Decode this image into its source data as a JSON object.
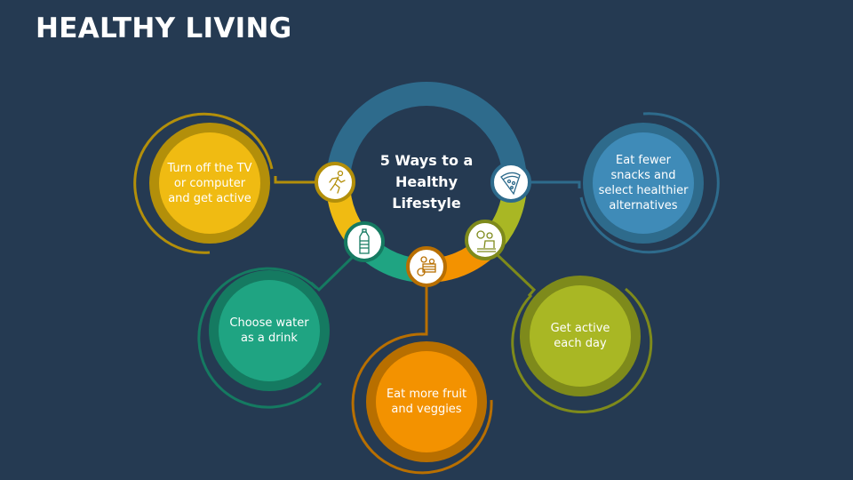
{
  "title": "HEALTHY LIVING",
  "center": {
    "label": "5 Ways to a Healthy Lifestyle"
  },
  "colors": {
    "background": "#253a52",
    "blue": "#2e6b8c",
    "blue_light": "#3f8bb8",
    "yellow": "#f0bb12",
    "yellow_dark": "#b38f0a",
    "teal": "#1fa482",
    "teal_dark": "#157a61",
    "orange": "#f39200",
    "orange_dark": "#b86f00",
    "olive": "#a9b724",
    "olive_dark": "#7e8a1b"
  },
  "items": [
    {
      "id": "tv",
      "text": "Turn off the TV or computer and get active",
      "icon": "running-person-icon"
    },
    {
      "id": "snacks",
      "text": "Eat fewer snacks and select healthier alternatives",
      "icon": "pizza-slice-icon"
    },
    {
      "id": "water",
      "text": "Choose water as a drink",
      "icon": "water-bottle-icon"
    },
    {
      "id": "fruit",
      "text": "Eat more fruit and veggies",
      "icon": "fruit-basket-icon"
    },
    {
      "id": "active",
      "text": "Get active each day",
      "icon": "tennis-player-icon"
    }
  ]
}
